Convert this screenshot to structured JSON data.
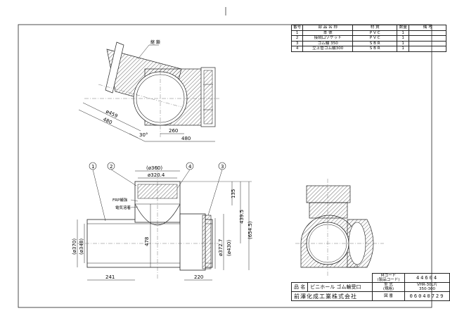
{
  "parts_table": {
    "headers": [
      "番号",
      "部 品 名 称",
      "材 質",
      "数量",
      "備 考"
    ],
    "rows": [
      {
        "no": "1",
        "name": "本 体",
        "material": "P V C",
        "qty": "1"
      },
      {
        "no": "2",
        "name": "接続口ソケット",
        "material": "P V C",
        "qty": "1"
      },
      {
        "no": "3",
        "name": "ゴム輪 350",
        "material": "S B R",
        "qty": "1"
      },
      {
        "no": "4",
        "name": "立上管ゴム輪300",
        "material": "S B R",
        "qty": "1"
      }
    ]
  },
  "top_view": {
    "label_cut": "継 鎖",
    "dims": [
      "ø459",
      "480",
      "260",
      "480",
      "30°"
    ]
  },
  "front_view": {
    "balloons": [
      "1",
      "2",
      "4",
      "3"
    ],
    "labels": {
      "frp": "FRP補強",
      "adhesive": "電気溶着"
    },
    "dims": {
      "d360": "(ø360)",
      "d320": "ø320.4",
      "h135": "135",
      "h439": "439.5",
      "h654": "(654.5)",
      "h478": "478",
      "d370": "(ø370)",
      "d348": "(ø348)",
      "d372": "ø372.7",
      "d430": "(ø430)",
      "w241": "241",
      "w220": "220"
    }
  },
  "title_block": {
    "mcode_label": "Mコード",
    "mcode_label2": "(製品コード)",
    "mcode": "44604",
    "name_label": "品 名",
    "name": "ビニホール ゴム輪受口",
    "model_label": "型 式",
    "model_label2": "(規格)",
    "model": "VHR-30L片",
    "model2": "350-300",
    "company": "前澤化成工業株式会社",
    "drawing_label": "図 番",
    "drawing_no": "06040729"
  }
}
